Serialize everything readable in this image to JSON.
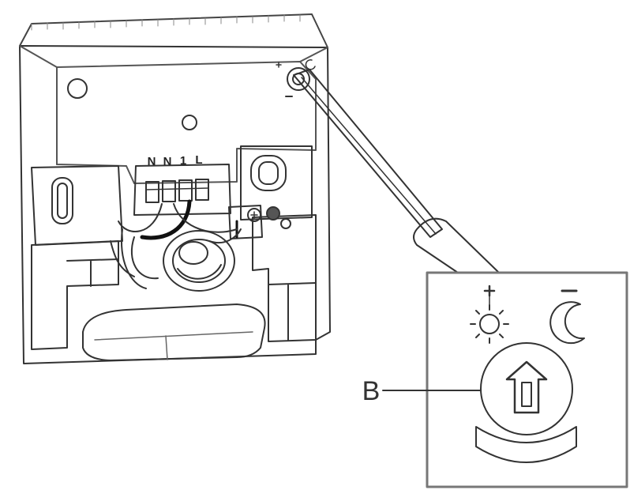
{
  "diagram": {
    "terminal_labels": [
      "N",
      "N",
      "1",
      "L"
    ],
    "callout_label": "B",
    "icons": {
      "plus_side": "sun-icon",
      "minus_side": "moon-icon",
      "dial": "up-arrow-icon",
      "tool": "screwdriver-icon",
      "ground": "ground-icon"
    },
    "colors": {
      "line": "#333333",
      "frame": "#777777",
      "background": "#ffffff"
    }
  }
}
